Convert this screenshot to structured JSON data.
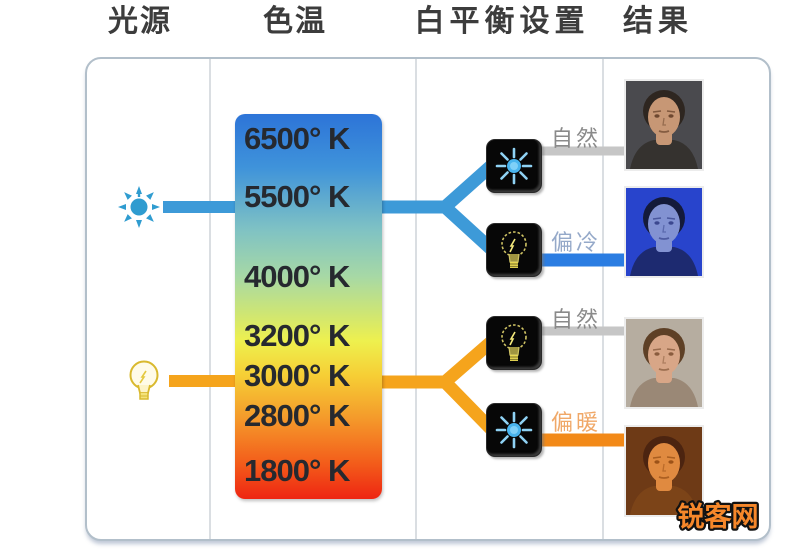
{
  "page": {
    "watermark": "锐客网"
  },
  "header": {
    "columns": [
      {
        "label": "光源"
      },
      {
        "label": "色温"
      },
      {
        "label": "白平衡设置"
      },
      {
        "label": "结果"
      }
    ]
  },
  "diagram": {
    "sources": [
      {
        "name": "daylight-sun",
        "icon": "sun-icon",
        "color": "#2f9cd0",
        "line_color": "#3d9ad8",
        "matches_temp": "5500° K"
      },
      {
        "name": "incandescent-bulb",
        "icon": "bulb-icon",
        "color": "#d9b92e",
        "line_color": "#f5a41c",
        "matches_temp": "3000° K"
      }
    ],
    "temperature_scale": {
      "unit": "°K",
      "labels": [
        "6500° K",
        "5500° K",
        "4000° K",
        "3200° K",
        "3000° K",
        "2800° K",
        "1800° K"
      ],
      "gradient_top_color": "#2d74d8",
      "gradient_bottom_color": "#ee2512"
    },
    "wb_settings": [
      {
        "icon": "sun-wb-icon",
        "label": "自然",
        "label_color": "#8a8a8a",
        "line_color": "#c6c6c6",
        "line_width": 9
      },
      {
        "icon": "bulb-wb-icon",
        "label": "偏冷",
        "label_color": "#95a9c9",
        "line_color": "#2b7de2",
        "line_width": 13
      },
      {
        "icon": "bulb-wb-icon",
        "label": "自然",
        "label_color": "#8a8a8a",
        "line_color": "#c6c6c6",
        "line_width": 9
      },
      {
        "icon": "sun-wb-icon",
        "label": "偏暖",
        "label_color": "#f0a868",
        "line_color": "#f28918",
        "line_width": 13
      }
    ],
    "results": {
      "photos": [
        {
          "tint": "natural",
          "bg": "#4a4a4e",
          "skin": "#c79775",
          "hair": "#2e2620",
          "shirt": "#35322f",
          "feature": "#6e4830"
        },
        {
          "tint": "cool-blue",
          "bg": "#2844cc",
          "skin": "#8292d2",
          "hair": "#141a3a",
          "shirt": "#1d2a70",
          "feature": "#3c4890"
        },
        {
          "tint": "natural",
          "bg": "#b6ada0",
          "skin": "#d8a687",
          "hair": "#5e4026",
          "shirt": "#9a8876",
          "feature": "#8a5c3e"
        },
        {
          "tint": "warm-orange",
          "bg": "#6e3a16",
          "skin": "#e08a40",
          "hair": "#4c2410",
          "shirt": "#7c4418",
          "feature": "#9c5218"
        }
      ]
    }
  }
}
